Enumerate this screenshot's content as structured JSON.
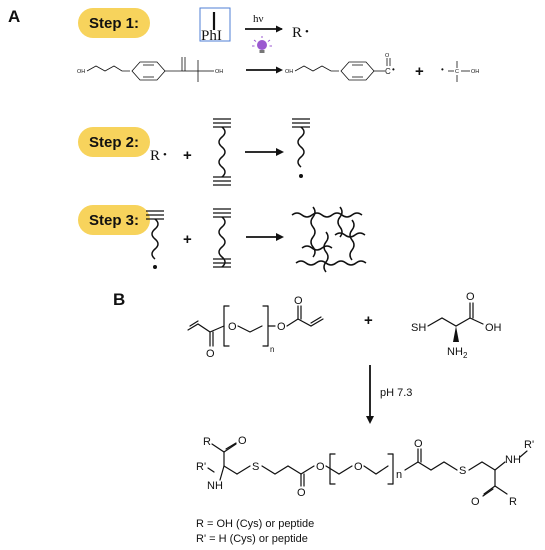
{
  "panel_a_label": "A",
  "panel_b_label": "B",
  "steps": [
    {
      "label": "Step 1:"
    },
    {
      "label": "Step 2:"
    },
    {
      "label": "Step 3:"
    }
  ],
  "step1": {
    "initiator_label": "PhI",
    "light_label": "hν",
    "radical_label": "R",
    "radical_dot": "•",
    "reactant_oh_left": "OH",
    "reactant_oh_right": "OH",
    "product_oh_left": "OH",
    "product_carbonyl_o": "O",
    "product_c_radical": "C",
    "product_c_dot": "•",
    "plus": "+",
    "fragment_c": "C",
    "fragment_oh": "OH",
    "fragment_dot": "•"
  },
  "step2": {
    "radical_label": "R",
    "radical_dot": "•",
    "plus": "+"
  },
  "step3": {
    "plus": "+"
  },
  "panel_b": {
    "peg_o1": "O",
    "peg_o2": "O",
    "peg_carbonyl_o1": "O",
    "peg_carbonyl_o2": "O",
    "peg_n": "n",
    "plus": "+",
    "cys_sh": "SH",
    "cys_oh": "OH",
    "cys_o": "O",
    "cys_nh": "NH",
    "cys_nh_sub": "2",
    "condition": "pH 7.3",
    "prod_r_left": "R",
    "prod_o_left": "O",
    "prod_rprime_left": "R'",
    "prod_nh_left": "NH",
    "prod_s_left": "S",
    "prod_ester_o": "O",
    "prod_carbonyl_o_left": "O",
    "prod_peg_o": "O",
    "prod_n": "n",
    "prod_carbonyl_o_right": "O",
    "prod_s_right": "S",
    "prod_nh_right": "NH",
    "prod_rprime_right": "R'",
    "prod_o_right": "O",
    "prod_r_right": "R",
    "legend_r": "R = OH (Cys) or peptide",
    "legend_rprime": "R' = H (Cys) or peptide"
  },
  "colors": {
    "step_badge": "#f7d35c",
    "bulb": "#9b59d0",
    "initiator_box": "#4f7fd6",
    "ink": "#111111"
  }
}
